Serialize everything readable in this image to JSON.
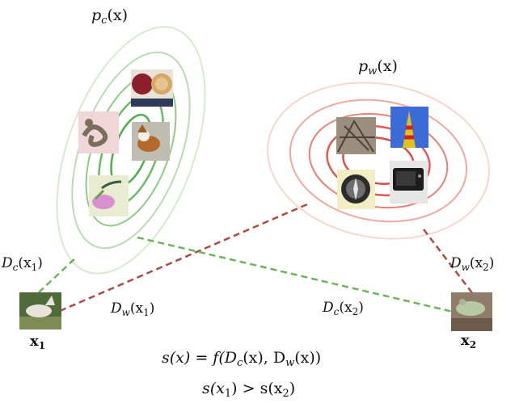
{
  "labels": {
    "pc_main": "p",
    "pc_sub": "c",
    "pc_arg": "(x)",
    "pw_main": "p",
    "pw_sub": "w",
    "pw_arg": "(x)",
    "dc_x1_main": "D",
    "dc_x1_sub": "c",
    "dc_x1_arg": "(x",
    "dc_x1_argsub": "1",
    "dc_x1_close": ")",
    "dw_x1_main": "D",
    "dw_x1_sub": "w",
    "dw_x1_arg": "(x",
    "dw_x1_argsub": "1",
    "dw_x1_close": ")",
    "dc_x2_main": "D",
    "dc_x2_sub": "c",
    "dc_x2_arg": "(x",
    "dc_x2_argsub": "2",
    "dc_x2_close": ")",
    "dw_x2_main": "D",
    "dw_x2_sub": "w",
    "dw_x2_arg": "(x",
    "dw_x2_argsub": "2",
    "dw_x2_close": ")",
    "x1_main": "x",
    "x1_sub": "1",
    "x2_main": "x",
    "x2_sub": "2",
    "formula1": "s(x) = f(D",
    "formula1_sub_c": "c",
    "formula1_mid": "(x), D",
    "formula1_sub_w": "w",
    "formula1_end": "(x))",
    "formula2_a": "s(x",
    "formula2_sub1": "1",
    "formula2_mid": ") > s(x",
    "formula2_sub2": "2",
    "formula2_end": ")"
  },
  "colors": {
    "green_outer": "#cfe8c8",
    "green_inner": "#56b556",
    "green_dash": "#6cb35a",
    "red_outer": "#f6c7bd",
    "red_inner": "#e2544b",
    "red_dash": "#b04a44"
  },
  "icons": [
    "bird-image",
    "snake-image",
    "dog-image",
    "food-image",
    "building-image",
    "lighthouse-image",
    "oven-image",
    "compass-image",
    "wolf-image",
    "frog-image"
  ]
}
